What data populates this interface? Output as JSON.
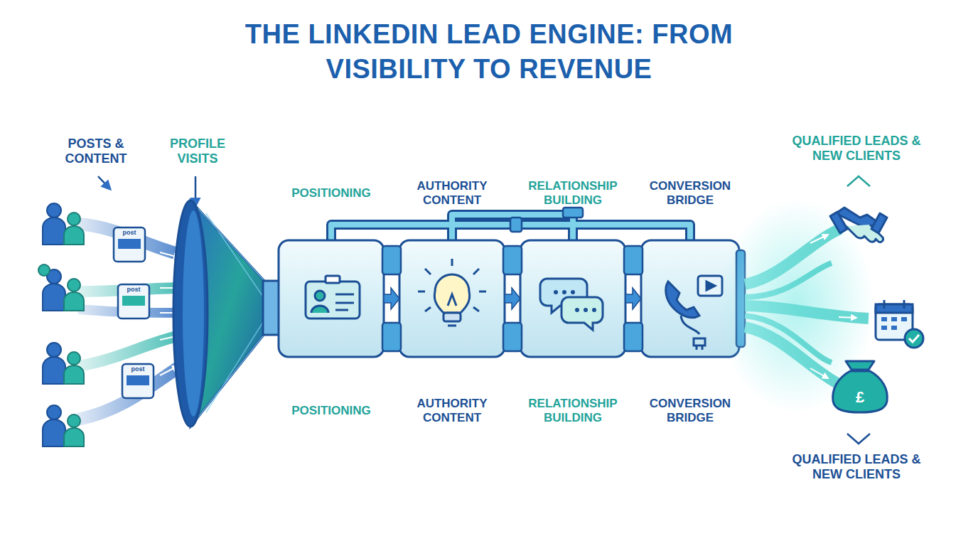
{
  "diagram": {
    "title": "THE LINKEDIN LEAD ENGINE: FROM VISIBILITY TO REVENUE",
    "nodes": [
      {
        "text": [
          "POSITIONING",
          "POSITIONING"
        ]
      },
      {
        "text": [
          "AUTHORITY CONTENT",
          "AUTHORITY CONTENT"
        ]
      },
      {
        "text": [
          "RELATIONSHIP BUILDING",
          "RELATIONSHIP BUILDING"
        ]
      },
      {
        "text": [
          "CONVERSION BRIDGE",
          "CONVERSION BRIDGE"
        ]
      }
    ],
    "edges": [
      {
        "from": 0,
        "to": 1,
        "arrow": "to"
      },
      {
        "from": 1,
        "to": 2,
        "arrow": "to"
      },
      {
        "from": 2,
        "to": 3,
        "arrow": "to"
      }
    ],
    "labels": [
      "POSTS & CONTENT",
      "PROFILE VISITS",
      "post",
      "post",
      "post",
      "QUALIFIED LEADS & NEW CLIENTS",
      "QUALIFIED LEADS & NEW CLIENTS",
      "£"
    ]
  }
}
